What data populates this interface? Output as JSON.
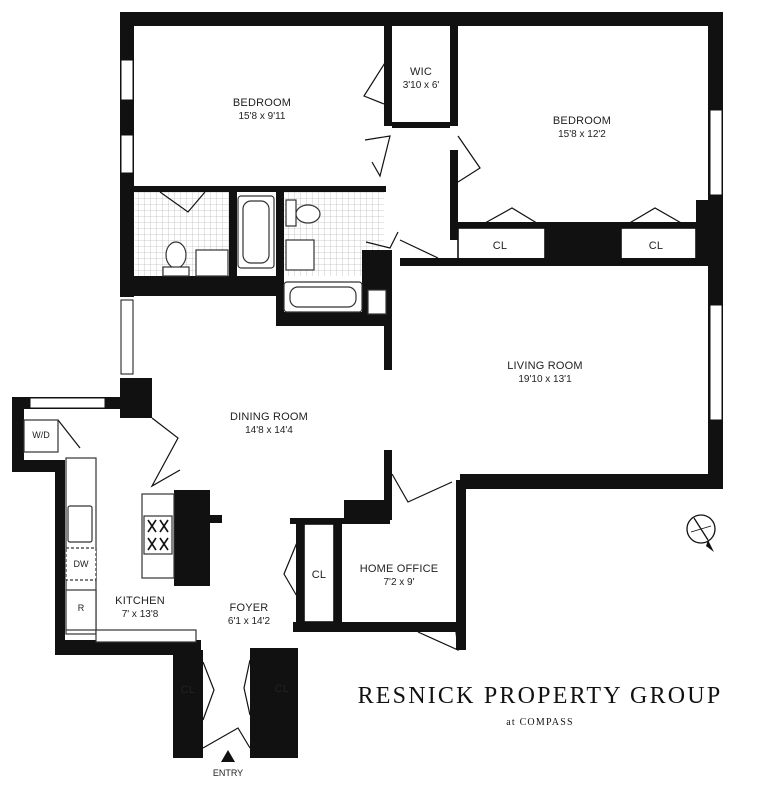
{
  "rooms": {
    "bedroom_1": {
      "name": "BEDROOM",
      "dim": "15'8 x 9'11"
    },
    "wic": {
      "name": "WIC",
      "dim": "3'10 x 6'"
    },
    "bedroom_2": {
      "name": "BEDROOM",
      "dim": "15'8 x 12'2"
    },
    "living_room": {
      "name": "LIVING ROOM",
      "dim": "19'10 x 13'1"
    },
    "dining_room": {
      "name": "DINING ROOM",
      "dim": "14'8 x 14'4"
    },
    "kitchen": {
      "name": "KITCHEN",
      "dim": "7' x 13'8"
    },
    "foyer": {
      "name": "FOYER",
      "dim": "6'1 x 14'2"
    },
    "home_office": {
      "name": "HOME OFFICE",
      "dim": "7'2 x 9'"
    }
  },
  "closets": {
    "bedroom_2_left": "CL",
    "bedroom_2_right": "CL",
    "foyer_side": "CL",
    "foyer_left": "CL",
    "foyer_right": "CL"
  },
  "appliances": {
    "washer_dryer": "W/D",
    "dishwasher": "DW",
    "refrigerator": "R"
  },
  "entry_label": "ENTRY",
  "brand": {
    "name": "RESNICK PROPERTY GROUP",
    "sub": "at COMPASS"
  },
  "compass_icon": "north-arrow-icon",
  "colors": {
    "walls": "#111111",
    "tile": "#bbbbbb"
  }
}
